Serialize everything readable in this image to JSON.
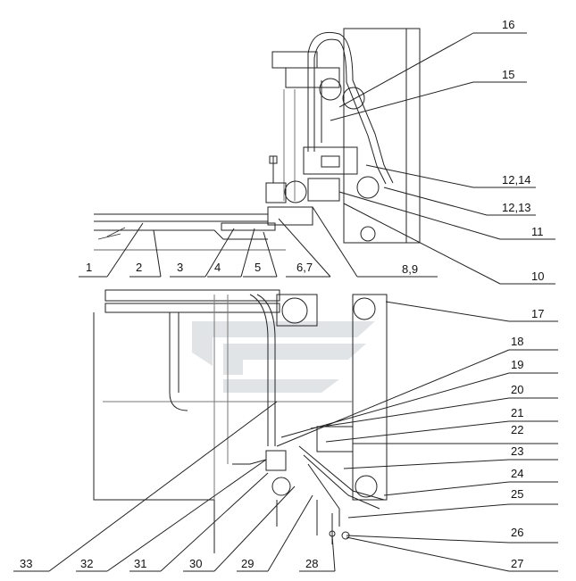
{
  "callouts": [
    {
      "id": "c16",
      "label": "16"
    },
    {
      "id": "c15",
      "label": "15"
    },
    {
      "id": "c12_14",
      "label": "12,14"
    },
    {
      "id": "c12_13",
      "label": "12,13"
    },
    {
      "id": "c11",
      "label": "11"
    },
    {
      "id": "c10",
      "label": "10"
    },
    {
      "id": "c8_9",
      "label": "8,9"
    },
    {
      "id": "c1",
      "label": "1"
    },
    {
      "id": "c2",
      "label": "2"
    },
    {
      "id": "c3",
      "label": "3"
    },
    {
      "id": "c4",
      "label": "4"
    },
    {
      "id": "c5",
      "label": "5"
    },
    {
      "id": "c6_7",
      "label": "6,7"
    },
    {
      "id": "c17",
      "label": "17"
    },
    {
      "id": "c18",
      "label": "18"
    },
    {
      "id": "c19",
      "label": "19"
    },
    {
      "id": "c20",
      "label": "20"
    },
    {
      "id": "c21",
      "label": "21"
    },
    {
      "id": "c22",
      "label": "22"
    },
    {
      "id": "c23",
      "label": "23"
    },
    {
      "id": "c24",
      "label": "24"
    },
    {
      "id": "c25",
      "label": "25"
    },
    {
      "id": "c26",
      "label": "26"
    },
    {
      "id": "c27",
      "label": "27"
    },
    {
      "id": "c33",
      "label": "33"
    },
    {
      "id": "c32",
      "label": "32"
    },
    {
      "id": "c31",
      "label": "31"
    },
    {
      "id": "c30",
      "label": "30"
    },
    {
      "id": "c29",
      "label": "29"
    },
    {
      "id": "c28",
      "label": "28"
    }
  ]
}
